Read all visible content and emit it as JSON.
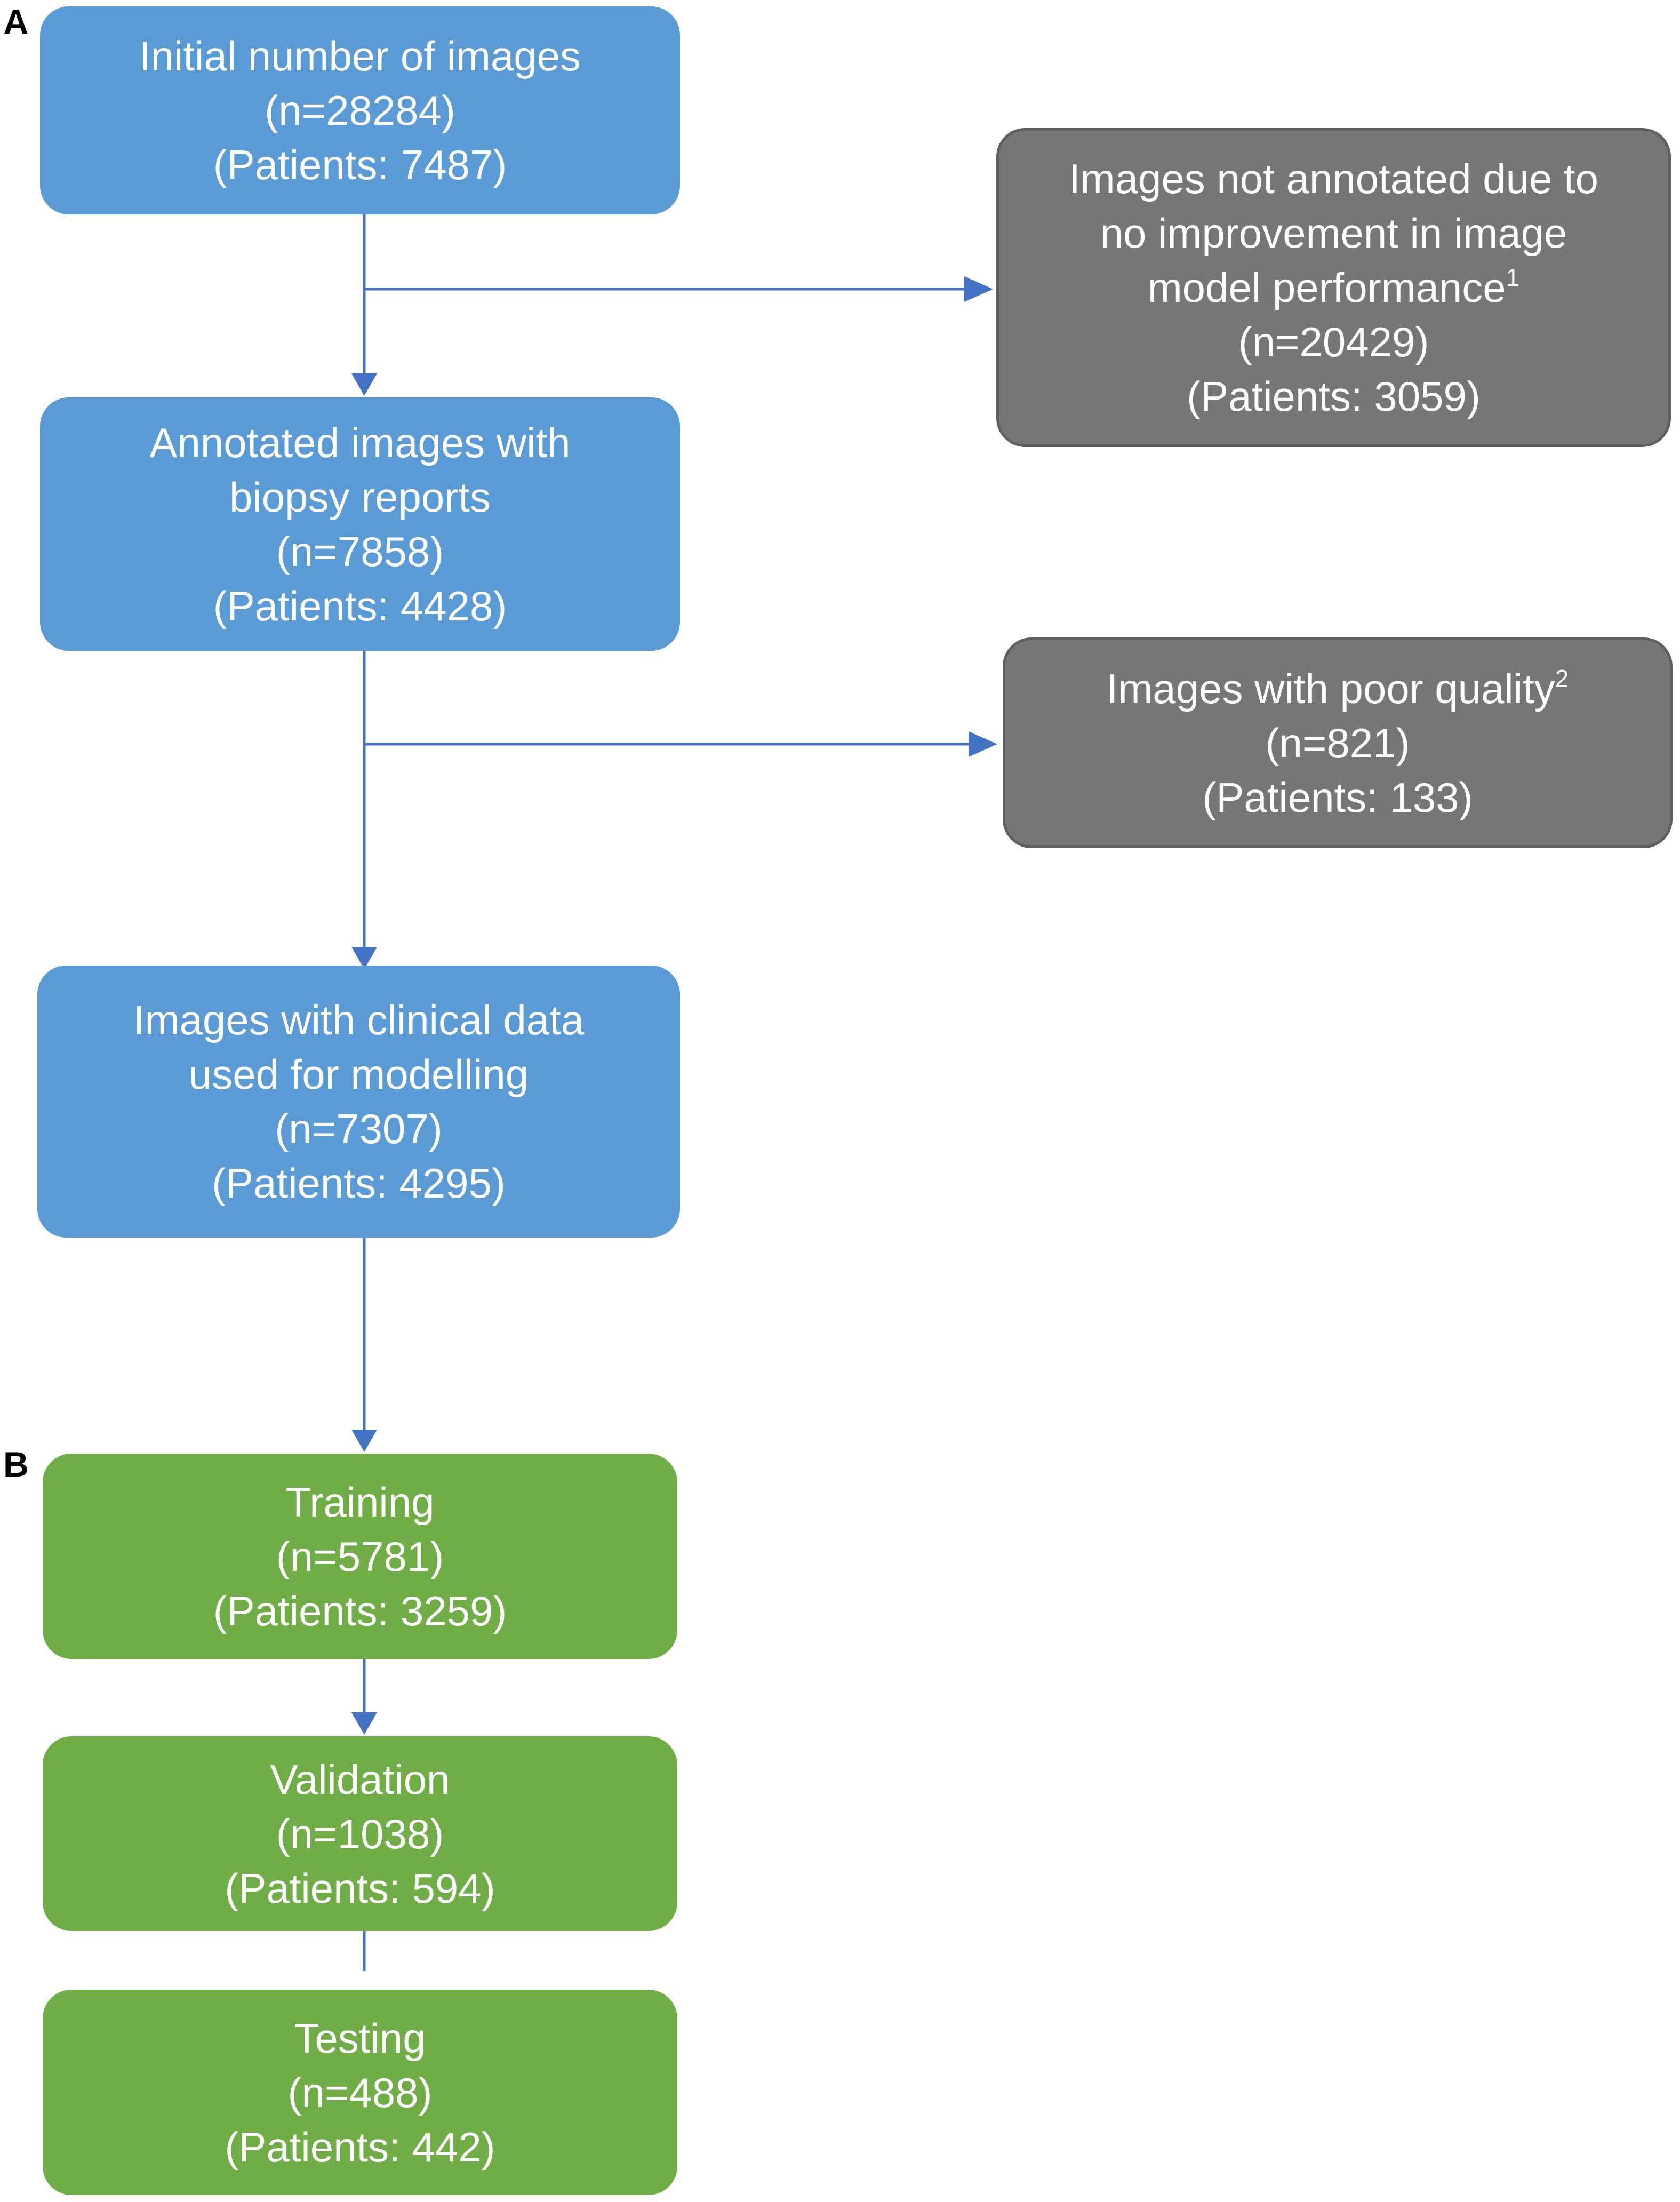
{
  "panels": {
    "a": "A",
    "b": "B"
  },
  "boxes": {
    "initial": {
      "lines": [
        "Initial number of images",
        "(n=28284)",
        "(Patients: 7487)"
      ]
    },
    "annotated": {
      "lines": [
        "Annotated images with",
        "biopsy reports",
        "(n=7858)",
        "(Patients: 4428)"
      ]
    },
    "clinical": {
      "lines": [
        "Images with clinical data",
        "used for modelling",
        "(n=7307)",
        "(Patients: 4295)"
      ]
    },
    "not_annotated": {
      "lines": [
        "Images not annotated due to",
        "no improvement in image",
        "model performance",
        "(n=20429)",
        "(Patients: 3059)"
      ],
      "footnote": "1"
    },
    "poor_quality": {
      "lines": [
        "Images with poor quality",
        "(n=821)",
        "(Patients: 133)"
      ],
      "footnote": "2"
    },
    "training": {
      "lines": [
        "Training",
        "(n=5781)",
        "(Patients: 3259)"
      ]
    },
    "validation": {
      "lines": [
        "Validation",
        "(n=1038)",
        "(Patients: 594)"
      ]
    },
    "testing": {
      "lines": [
        "Testing",
        "(n=488)",
        "(Patients: 442)"
      ]
    }
  },
  "colors": {
    "included": "#5b9bd5",
    "excluded": "#767676",
    "split": "#70ad47",
    "arrow": "#4472c4"
  }
}
